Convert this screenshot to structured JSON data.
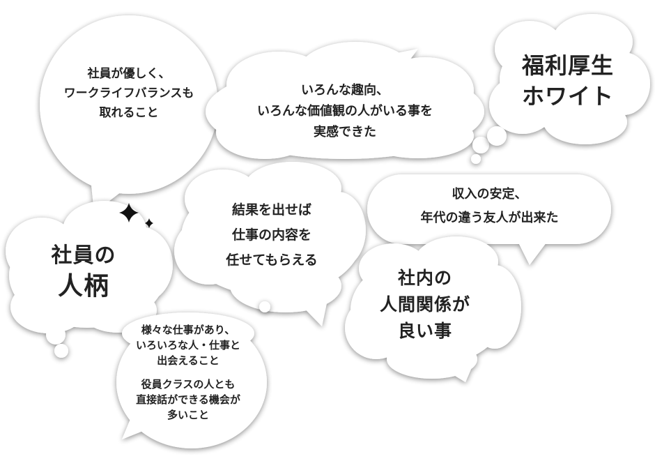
{
  "colors": {
    "background": "#ffffff",
    "bubble_fill": "#ffffff",
    "text": "#222222",
    "sparkle": "#111111"
  },
  "icons": [
    "sparkle-icon"
  ],
  "bubbles": {
    "kind_coworkers": {
      "lines": [
        "社員が優しく、",
        "ワークライフバランスも",
        "取れること"
      ]
    },
    "diverse_values": {
      "lines": [
        "いろんな趣向、",
        "いろんな価値観の人がいる事を",
        "実感できた"
      ]
    },
    "welfare": {
      "lines": [
        "福利厚生",
        "ホワイト"
      ]
    },
    "people": {
      "lines": [
        "社員の",
        "人柄"
      ]
    },
    "results": {
      "lines": [
        "結果を出せば",
        "仕事の内容を",
        "任せてもらえる"
      ]
    },
    "income": {
      "lines": [
        "収入の安定、",
        "年代の違う友人が出来た"
      ]
    },
    "relations": {
      "lines": [
        "社内の",
        "人間関係が",
        "良い事"
      ]
    },
    "variety": {
      "lines_a": [
        "様々な仕事があり、",
        "いろいろな人・仕事と",
        "出会えること"
      ],
      "lines_b": [
        "役員クラスの人とも",
        "直接話ができる機会が",
        "多いこと"
      ]
    }
  }
}
